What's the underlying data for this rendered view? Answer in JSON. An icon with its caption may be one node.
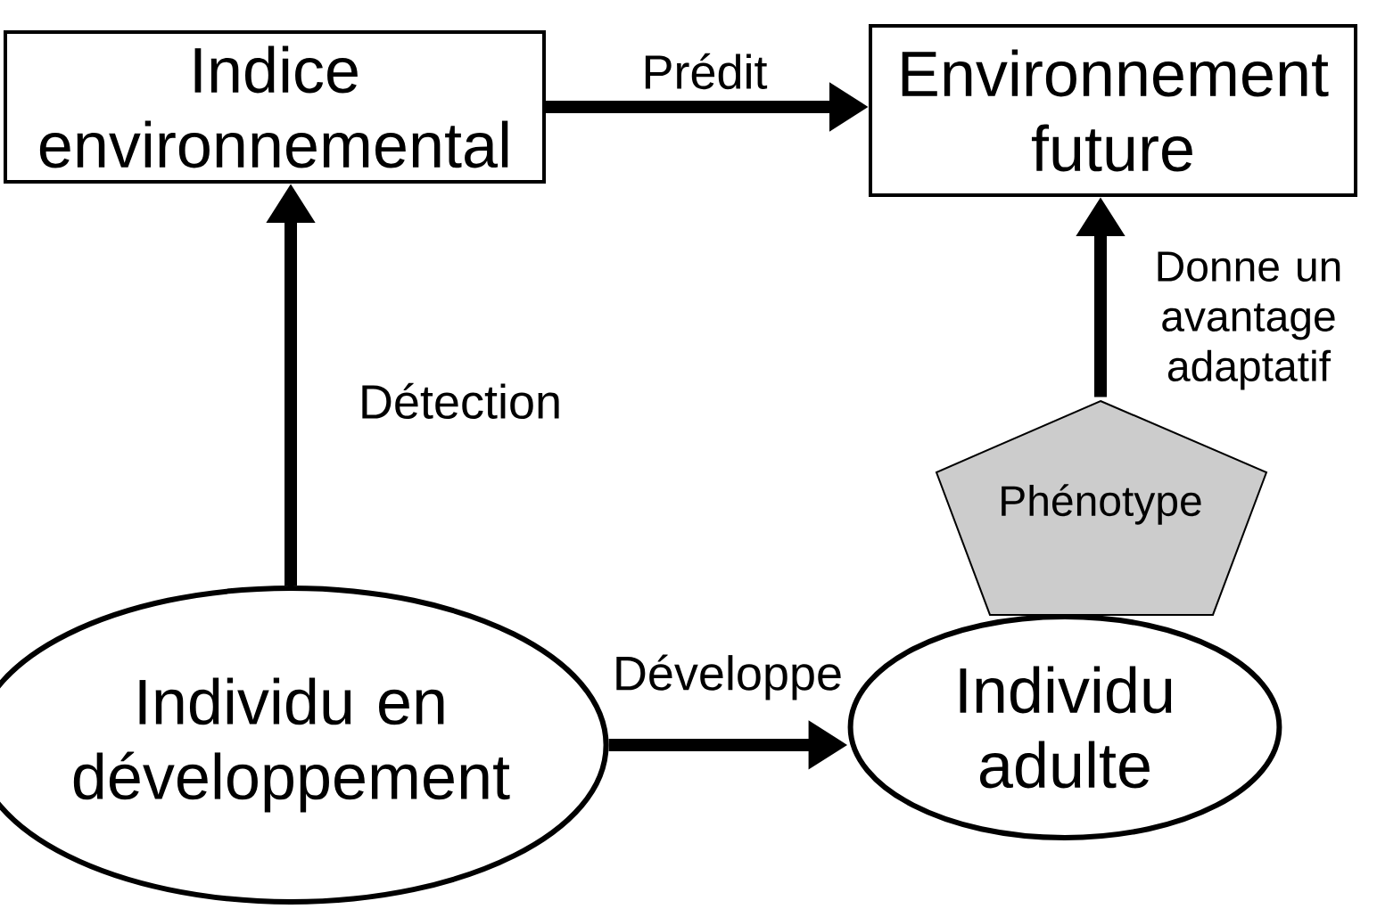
{
  "diagram": {
    "nodes": [
      {
        "text": [
          "Indice environnemental"
        ]
      },
      {
        "text": [
          "Environnement future"
        ]
      },
      {
        "text": [
          "Individu en développement"
        ]
      },
      {
        "text": [
          "Phénotype"
        ]
      },
      {
        "text": [
          "Individu adulte"
        ]
      }
    ],
    "edges": [
      {
        "from": 2,
        "to": 0,
        "arrow": "to",
        "label": "Détection"
      },
      {
        "from": 0,
        "to": 1,
        "arrow": "to",
        "label": "Prédit"
      },
      {
        "from": 2,
        "to": 4,
        "arrow": "to",
        "label": "Développe"
      },
      {
        "from": 3,
        "to": 1,
        "arrow": "to",
        "label": "Donne un avantage adaptatif"
      }
    ]
  }
}
